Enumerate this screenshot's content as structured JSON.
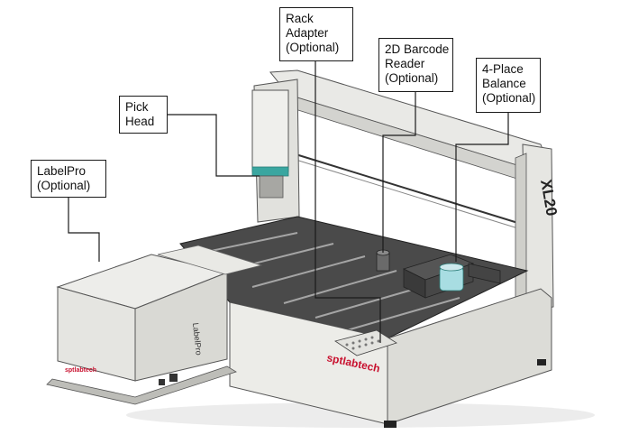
{
  "callouts": {
    "rack_adapter": {
      "lines": [
        "Rack",
        "Adapter",
        "(Optional)"
      ]
    },
    "barcode_reader": {
      "lines": [
        "2D Barcode",
        "Reader",
        "(Optional)"
      ]
    },
    "balance": {
      "lines": [
        "4-Place",
        "Balance",
        "(Optional)"
      ]
    },
    "pick_head": {
      "lines": [
        "Pick",
        "Head"
      ]
    },
    "labelpro": {
      "lines": [
        "LabelPro",
        "(Optional)"
      ]
    }
  },
  "machine": {
    "brand_front": "sptlabtech",
    "model": "XL20",
    "module_brand": "sptlabtech",
    "module_name": "LabelPro"
  },
  "colors": {
    "frame": "#e4e4e0",
    "frame_shadow": "#b9b9b4",
    "deck": "#4a4a4a",
    "rail": "#9a9a9a",
    "teal": "#3aa6a0",
    "balance_cup": "#a8dde2",
    "brand_red": "#c8102e",
    "brand_blue": "#2a3f8f",
    "line": "#1a1a1a"
  }
}
